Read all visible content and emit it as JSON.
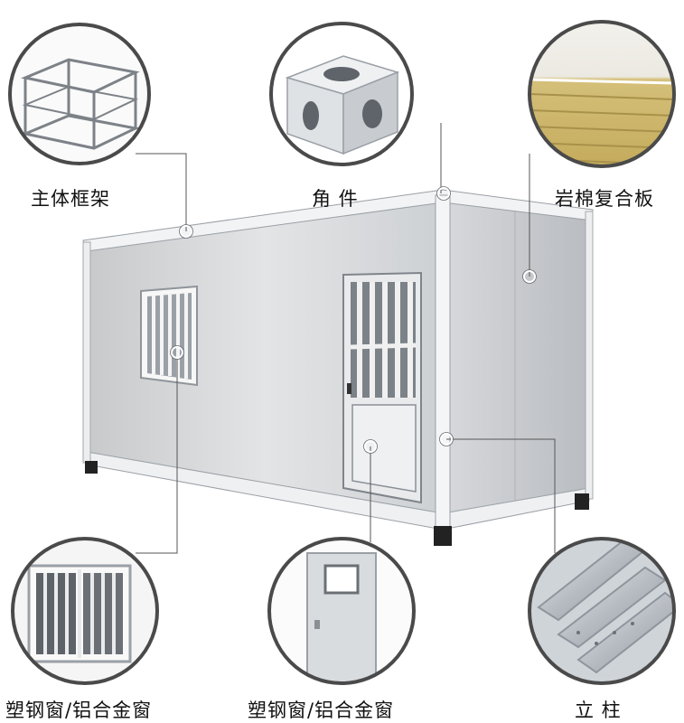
{
  "components": [
    {
      "id": "main-frame",
      "label": "主体框架"
    },
    {
      "id": "corner-fitting",
      "label": "角 件"
    },
    {
      "id": "rock-wool-panel",
      "label": "岩棉复合板"
    },
    {
      "id": "window",
      "label": "塑钢窗/铝合金窗"
    },
    {
      "id": "door",
      "label": "塑钢窗/铝合金窗"
    },
    {
      "id": "column",
      "label": "立 柱"
    }
  ]
}
